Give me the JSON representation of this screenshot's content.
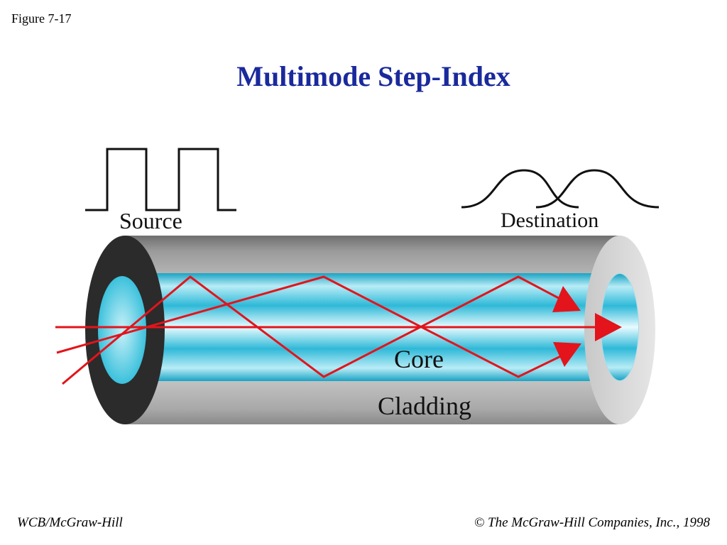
{
  "figure_label": "Figure 7-17",
  "title": "Multimode Step-Index",
  "labels": {
    "source": "Source",
    "destination": "Destination",
    "core": "Core",
    "cladding": "Cladding"
  },
  "footer": {
    "left": "WCB/McGraw-Hill",
    "copyright_symbol": "©",
    "right": "The McGraw-Hill Companies, Inc., 1998"
  },
  "colors": {
    "title": "#1a2a9c",
    "ray": "#e3141b",
    "core": "#29b8d6",
    "cladding": "#bdbdbd",
    "end_ring": "#2b2b2b"
  }
}
